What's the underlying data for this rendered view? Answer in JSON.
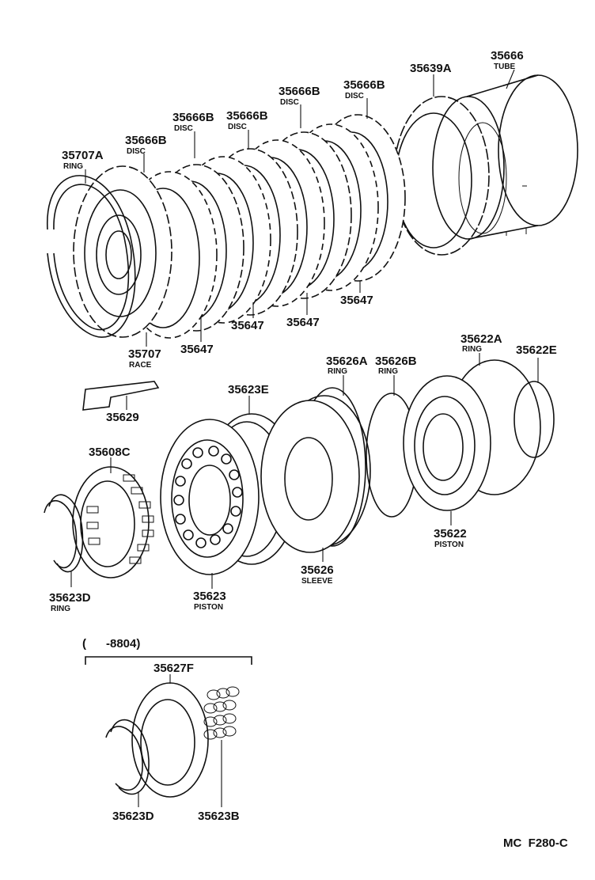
{
  "diagram_id": "MC  F280-C",
  "date_range": "(      -8804)",
  "parts": [
    {
      "part_no": "35666",
      "name": "TUBE"
    },
    {
      "part_no": "35639A",
      "name": ""
    },
    {
      "part_no": "35666B",
      "name": "DISC"
    },
    {
      "part_no": "35666B",
      "name": "DISC"
    },
    {
      "part_no": "35666B",
      "name": "DISC"
    },
    {
      "part_no": "35666B",
      "name": "DISC"
    },
    {
      "part_no": "35666B",
      "name": "DISC"
    },
    {
      "part_no": "35707A",
      "name": "RING"
    },
    {
      "part_no": "35647",
      "name": ""
    },
    {
      "part_no": "35647",
      "name": ""
    },
    {
      "part_no": "35647",
      "name": ""
    },
    {
      "part_no": "35647",
      "name": ""
    },
    {
      "part_no": "35707",
      "name": "RACE"
    },
    {
      "part_no": "35629",
      "name": ""
    },
    {
      "part_no": "35623E",
      "name": ""
    },
    {
      "part_no": "35626A",
      "name": "RING"
    },
    {
      "part_no": "35626B",
      "name": "RING"
    },
    {
      "part_no": "35622A",
      "name": "RING"
    },
    {
      "part_no": "35622E",
      "name": ""
    },
    {
      "part_no": "35608C",
      "name": ""
    },
    {
      "part_no": "35623D",
      "name": "RING"
    },
    {
      "part_no": "35623",
      "name": "PISTON"
    },
    {
      "part_no": "35626",
      "name": "SLEEVE"
    },
    {
      "part_no": "35622",
      "name": "PISTON"
    },
    {
      "part_no": "35627F",
      "name": ""
    },
    {
      "part_no": "35623D",
      "name": ""
    },
    {
      "part_no": "35623B",
      "name": ""
    }
  ]
}
